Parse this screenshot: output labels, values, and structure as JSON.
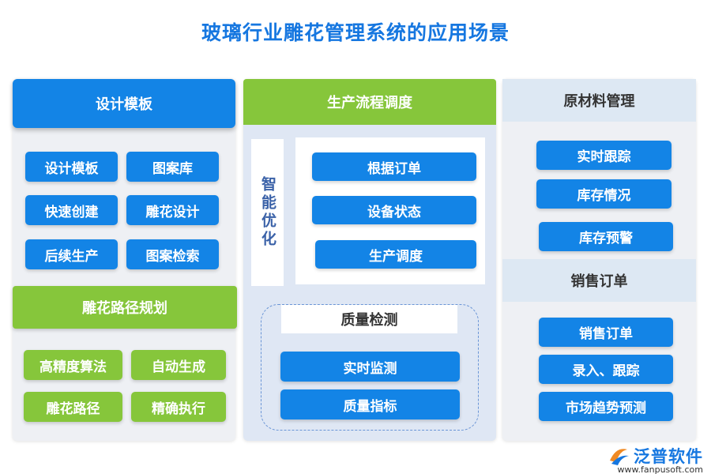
{
  "title": "玻璃行业雕花管理系统的应用场景",
  "left": {
    "header": "设计模板",
    "design_items": [
      "设计模板",
      "图案库",
      "快速创建",
      "雕花设计",
      "后续生产",
      "图案检索"
    ],
    "path_header": "雕花路径规划",
    "path_items": [
      "高精度算法",
      "自动生成",
      "雕花路径",
      "精确执行"
    ]
  },
  "middle": {
    "header": "生产流程调度",
    "side_label": "智能优化",
    "schedule_items": [
      "根据订单",
      "设备状态",
      "生产调度"
    ],
    "quality_header": "质量检测",
    "quality_items": [
      "实时监测",
      "质量指标"
    ]
  },
  "right": {
    "header": "原材料管理",
    "material_items": [
      "实时跟踪",
      "库存情况",
      "库存预警"
    ],
    "sales_header": "销售订单",
    "sales_items": [
      "销售订单",
      "录入、跟踪",
      "市场趋势预测"
    ]
  },
  "brand": {
    "name": "泛普软件",
    "url": "www.fanpusoft.com"
  },
  "colors": {
    "blue": "#1384e6",
    "green": "#86c63b",
    "title": "#1677e0"
  }
}
